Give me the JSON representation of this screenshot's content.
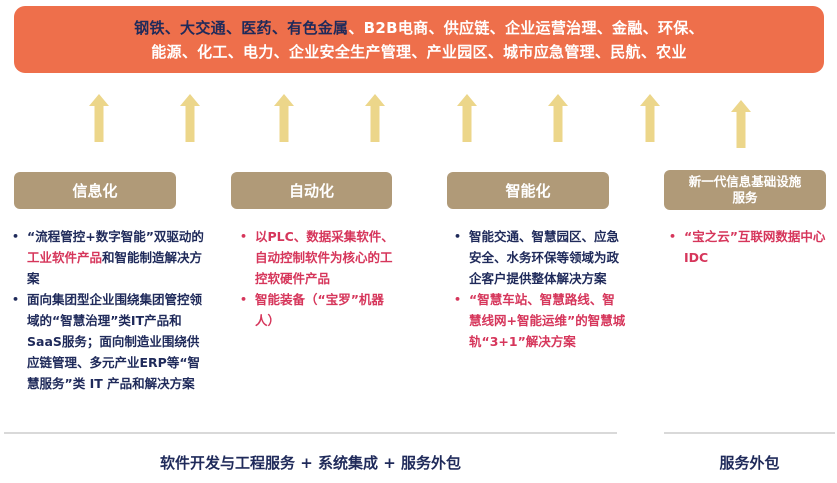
{
  "banner": {
    "line1_highlight": "钢铁、大交通、医药、有色金属",
    "line1_rest": "、B2B电商、供应链、企业运营治理、金融、环保、",
    "line2": "能源、化工、电力、企业安全生产管理、产业园区、城市应急管理、民航、农业",
    "background_color": "#ee6f4b",
    "highlight_color": "#1f2a5a"
  },
  "arrows": {
    "count": 8,
    "color": "#ecd68a",
    "centers_x": [
      99,
      190,
      284,
      375,
      467,
      558,
      650,
      741
    ]
  },
  "categories": [
    {
      "label": "信息化",
      "items": [
        {
          "color": "navy",
          "parts": [
            {
              "text": "“流程管控+数字智能”双驱动的",
              "color": "navy"
            },
            {
              "text": "工业软件产品",
              "color": "pink"
            },
            {
              "text": "和智能制造解决方案",
              "color": "navy"
            }
          ]
        },
        {
          "color": "navy",
          "parts": [
            {
              "text": "面向集团型企业围绕集团管控领域的“智慧治理”类IT产品和SaaS服务；面向制造业围绕供应链管理、多元产业ERP等“智慧服务”类 IT 产品和解决方案",
              "color": "navy"
            }
          ]
        }
      ]
    },
    {
      "label": "自动化",
      "items": [
        {
          "color": "pink",
          "parts": [
            {
              "text": "以PLC、数据采集软件、自动控制软件为核心的工控软硬件产品",
              "color": "pink"
            }
          ]
        },
        {
          "color": "pink",
          "parts": [
            {
              "text": "智能装备（“宝罗”机器人）",
              "color": "pink"
            }
          ]
        }
      ]
    },
    {
      "label": "智能化",
      "items": [
        {
          "color": "navy",
          "parts": [
            {
              "text": "智能交通、智慧园区、应急安全、水务环保等领域为政企客户提供整体解决方案",
              "color": "navy"
            }
          ]
        },
        {
          "color": "pink",
          "parts": [
            {
              "text": "“智慧车站、智慧路线、智慧线网+智能运维”的智慧城轨“3+1”解决方案",
              "color": "pink"
            }
          ]
        }
      ]
    },
    {
      "label_line1": "新一代信息基础设施",
      "label_line2": "服务",
      "items": [
        {
          "color": "pink",
          "parts": [
            {
              "text": "“宝之云”互联网数据中心IDC",
              "color": "pink"
            }
          ]
        }
      ]
    }
  ],
  "footer": {
    "left": "软件开发与工程服务 + 系统集成 + 服务外包",
    "right": "服务外包"
  }
}
